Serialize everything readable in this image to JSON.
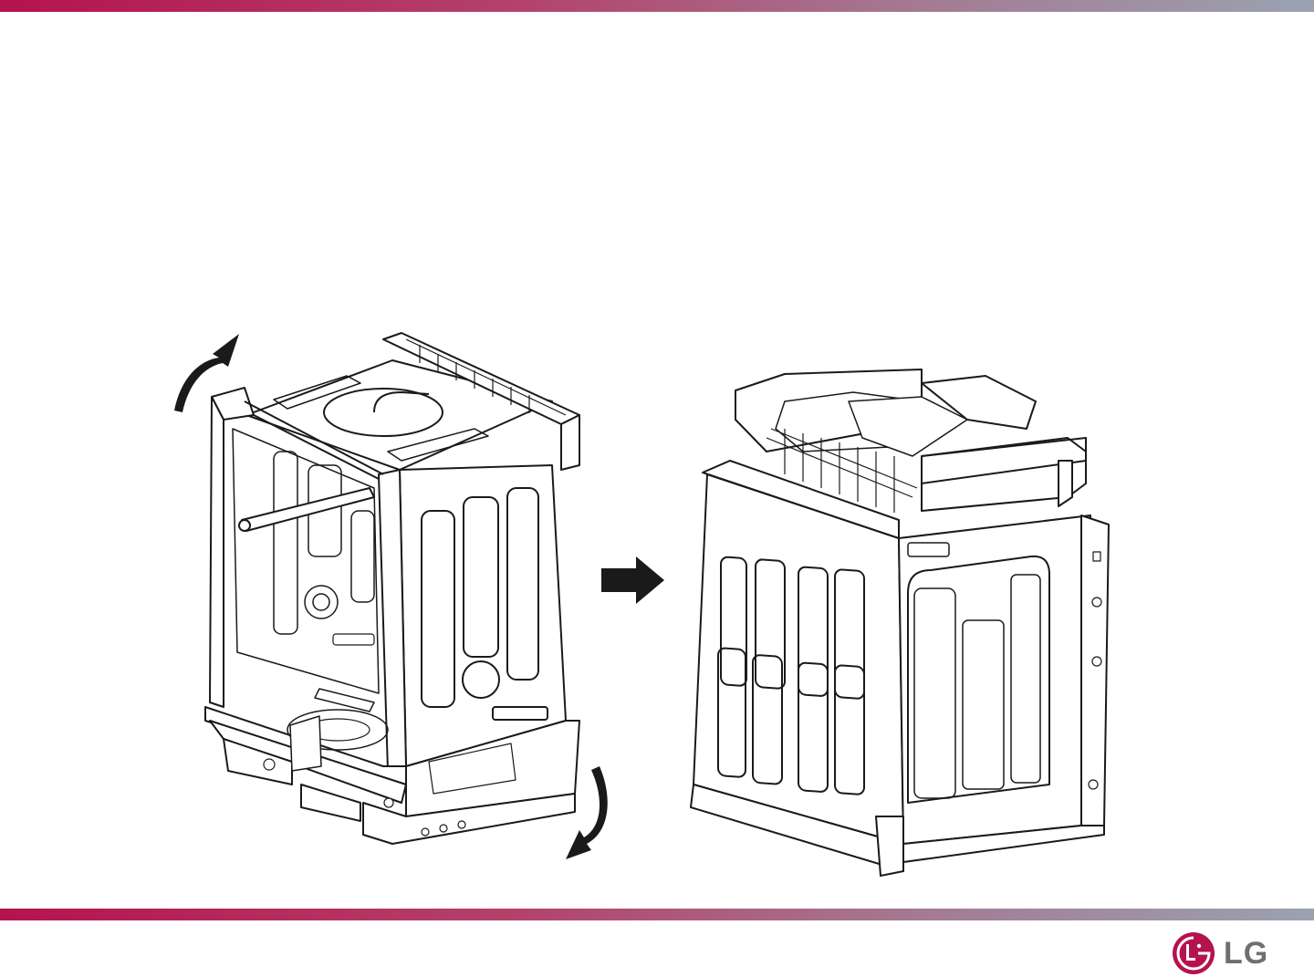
{
  "brand": {
    "wordmark": "LG",
    "primary_color": "#b5134d",
    "gradient_end_color": "#9aa2b1",
    "text_color": "#6e6e73"
  },
  "icons": [
    "curved-arrow-up-icon",
    "right-arrow-icon",
    "curved-arrow-down-icon",
    "lg-logo-icon"
  ],
  "steps": [
    {
      "id": "upright-dishwasher",
      "description_label": ""
    },
    {
      "id": "dishwasher-laid-on-back",
      "description_label": ""
    }
  ]
}
